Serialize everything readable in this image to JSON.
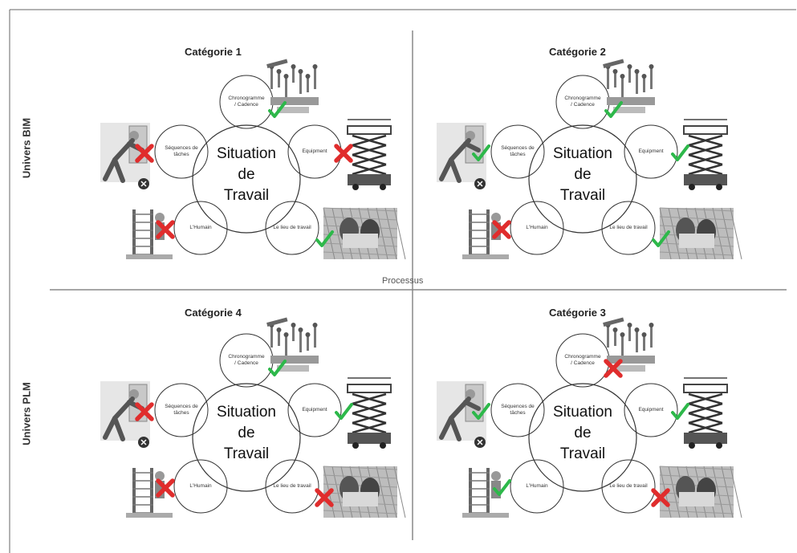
{
  "axis": {
    "vertical_top": "Univers BIM",
    "vertical_bottom": "Univers PLM",
    "horizontal": "Processus"
  },
  "colors": {
    "check": "#2db84a",
    "cross": "#e02d2d",
    "circle_stroke": "#333333",
    "axis_line": "#888888"
  },
  "center_label": [
    "Situation",
    "de",
    "Travail"
  ],
  "satellite_labels": {
    "chrono": [
      "Chronogramme",
      "/ Cadence"
    ],
    "sequences": [
      "Séquences de",
      "tâches"
    ],
    "equipement": [
      "Equipment"
    ],
    "humain": [
      "L'Humain"
    ],
    "lieu": [
      "Le lieu de travail"
    ]
  },
  "icons": {
    "check": "check-mark-icon",
    "cross": "cross-mark-icon",
    "tools": "tools-illustration-icon",
    "worker_wall": "worker-at-wall-icon",
    "lift": "scissor-lift-icon",
    "scaffold": "scaffold-worker-icon",
    "site": "workers-on-site-icon",
    "settings": "settings-badge-icon"
  },
  "quadrants": [
    {
      "id": "q1",
      "title": "Catégorie 1",
      "status": {
        "chrono": "check",
        "sequences": "cross",
        "equipement": "cross",
        "humain": "cross",
        "lieu": "check"
      }
    },
    {
      "id": "q2",
      "title": "Catégorie 2",
      "status": {
        "chrono": "check",
        "sequences": "check",
        "equipement": "check",
        "humain": "cross",
        "lieu": "check"
      }
    },
    {
      "id": "q4",
      "title": "Catégorie 4",
      "status": {
        "chrono": "check",
        "sequences": "cross",
        "equipement": "check",
        "humain": "cross",
        "lieu": "cross"
      }
    },
    {
      "id": "q3",
      "title": "Catégorie 3",
      "status": {
        "chrono": "cross",
        "sequences": "check",
        "equipement": "check",
        "humain": "check",
        "lieu": "cross"
      }
    }
  ]
}
